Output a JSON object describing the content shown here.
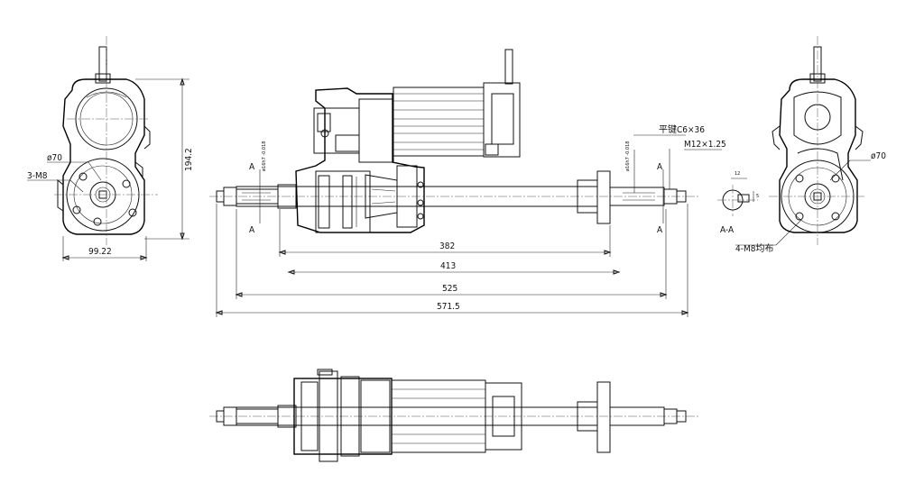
{
  "dimensions": {
    "overall_length": "571.5",
    "span_525": "525",
    "span_413": "413",
    "span_382": "382",
    "side_width": "99.22",
    "side_height": "194.2",
    "flange_diameter_left": "ø70",
    "flange_diameter_right": "ø70"
  },
  "annotations": {
    "bolts_left": "3-M8",
    "bolts_right": "4-M8均布",
    "flat_key": "平键C6×36",
    "thread": "M12×1.25",
    "section_label": "A-A",
    "section_mark": "A",
    "section_key_width": "12",
    "shaft_fit_note": "ø16h7\n-0.018",
    "small_fit_note": "5"
  }
}
